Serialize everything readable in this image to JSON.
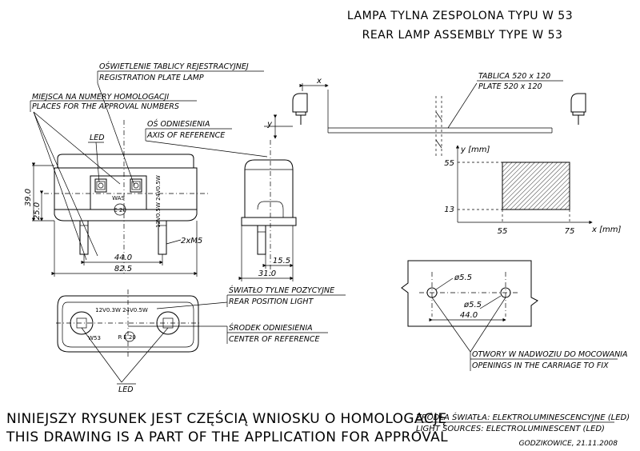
{
  "title": {
    "line1": "LAMPA TYLNA ZESPOLONA TYPU W 53",
    "line2": "REAR LAMP ASSEMBLY TYPE W 53"
  },
  "labels": {
    "reg_plate_pl": "OŚWIETLENIE TABLICY REJESTRACYJNEJ",
    "reg_plate_en": "REGISTRATION PLATE LAMP",
    "approval_pl": "MIEJSCA NA NUMERY HOMOLOGACJI",
    "approval_en": "PLACES FOR THE APPROVAL NUMBERS",
    "axis_pl": "OŚ ODNIESIENIA",
    "axis_en": "AXIS OF REFERENCE",
    "led_top": "LED",
    "led_bottom": "LED",
    "rear_pos_pl": "ŚWIATŁO TYLNE POZYCYJNE",
    "rear_pos_en": "REAR POSITION LIGHT",
    "center_pl": "ŚRODEK ODNIESIENIA",
    "center_en": "CENTER OF REFERENCE",
    "plate_pl": "TABLICA 520 x 120",
    "plate_en": "PLATE 520 x 120",
    "openings_pl": "OTWORY W NADWOZIU DO MOCOWANIA",
    "openings_en": "OPENINGS IN THE CARRIAGE TO FIX"
  },
  "marks": {
    "was": "WAS",
    "e20_top": "E 20",
    "e20_bottom": "E 20",
    "r": "R",
    "w53": "W53",
    "side_text": "12V0.5W 24V0.5W",
    "bottom_volt": "12V0.3W 24V0.5W"
  },
  "dimensions": {
    "height_39": "39.0",
    "height_25": "25.0",
    "width_44": "44.0",
    "width_825": "82.5",
    "thread": "2xM5",
    "depth_155": "15.5",
    "depth_31": "31.0",
    "hole_dia_a": "ø5.5",
    "hole_dia_b": "ø5.5",
    "hole_spacing": "44.0",
    "x_label": "x",
    "y_label": "y"
  },
  "graph": {
    "y_axis_label": "y [mm]",
    "x_axis_label": "x [mm]",
    "y_ticks": [
      "55",
      "13"
    ],
    "x_ticks": [
      "55",
      "75"
    ]
  },
  "footer": {
    "line1": "NINIEJSZY RYSUNEK JEST CZĘŚCIĄ WNIOSKU O HOMOLOGACJĘ",
    "line2": "THIS DRAWING IS A PART OF THE APPLICATION FOR APPROVAL",
    "sources_pl": "ŹRÓDŁA ŚWIATŁA: ELEKTROLUMINESCENCYJNE (LED)",
    "sources_en": "LIGHT SOURCES: ELECTROLUMINESCENT (LED)",
    "place_date": "GODZIKOWICE, 21.11.2008"
  }
}
